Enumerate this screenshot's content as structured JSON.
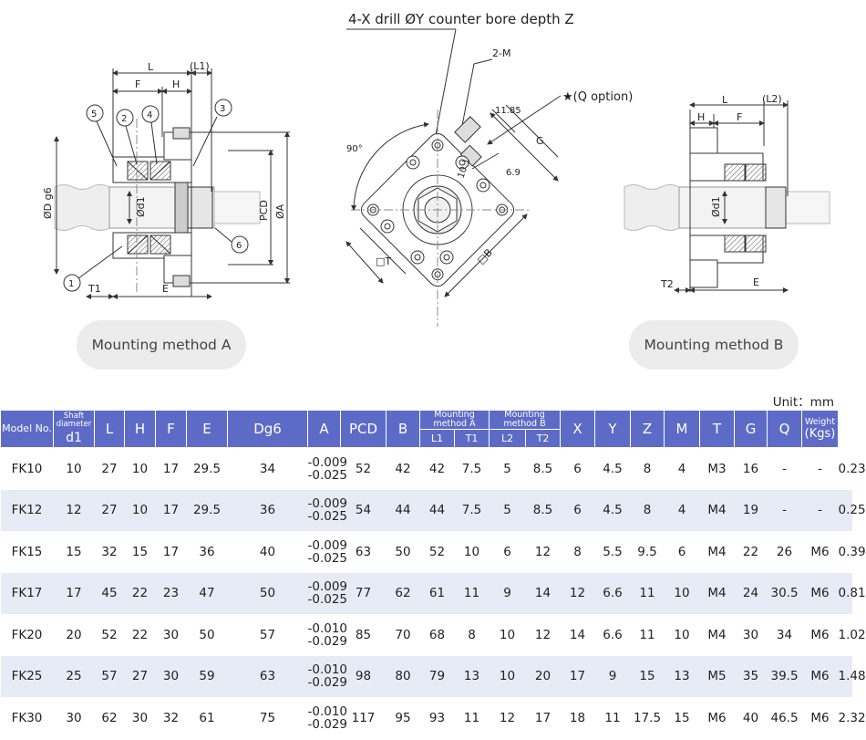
{
  "drawings": {
    "left": {
      "labels": {
        "L": "L",
        "L1": "(L1)",
        "F": "F",
        "H": "H",
        "Dg6": "ØD g6",
        "d1": "Ød1",
        "PCD": "PCD",
        "A": "ØA",
        "T1": "T1",
        "E": "E",
        "c1": "1",
        "c2": "2",
        "c3": "3",
        "c4": "4",
        "c5": "5",
        "c6": "6"
      }
    },
    "center": {
      "note": "4-X drill ØY counter bore depth Z",
      "m": "2-M",
      "q": "★(Q option)",
      "dim1185": "11.85",
      "g": "G",
      "dim101": "10.1",
      "dim69": "6.9",
      "angle": "90°",
      "t": "□T",
      "b": "□B"
    },
    "right": {
      "labels": {
        "L": "L",
        "L2": "(L2)",
        "H": "H",
        "F": "F",
        "d1": "Ød1",
        "T2": "T2",
        "E": "E"
      }
    },
    "caption_a": "Mounting method A",
    "caption_b": "Mounting method B"
  },
  "unit": "Unit：mm",
  "table": {
    "headers": {
      "model": "Model No.",
      "shaft_cap": "Shaft diameter",
      "d1": "d1",
      "L": "L",
      "H": "H",
      "F": "F",
      "E": "E",
      "Dg6": "Dg6",
      "A": "A",
      "PCD": "PCD",
      "B": "B",
      "mount_a": "Mounting method A",
      "L1": "L1",
      "T1": "T1",
      "mount_b": "Mounting method B",
      "L2": "L2",
      "T2": "T2",
      "X": "X",
      "Y": "Y",
      "Z": "Z",
      "M": "M",
      "T": "T",
      "G": "G",
      "Q": "Q",
      "weight_cap": "Weight",
      "weight_unit": "(Kgs)"
    },
    "rows": [
      {
        "model": "FK10",
        "d1": "10",
        "L": "27",
        "H": "10",
        "F": "17",
        "E": "29.5",
        "D": "34",
        "tol_hi": "-0.009",
        "tol_lo": "-0.025",
        "A": "52",
        "PCD": "42",
        "B": "42",
        "L1": "7.5",
        "T1": "5",
        "L2": "8.5",
        "T2": "6",
        "X": "4.5",
        "Y": "8",
        "Z": "4",
        "M": "M3",
        "T": "16",
        "G": "-",
        "Q": "-",
        "W": "0.23"
      },
      {
        "model": "FK12",
        "d1": "12",
        "L": "27",
        "H": "10",
        "F": "17",
        "E": "29.5",
        "D": "36",
        "tol_hi": "-0.009",
        "tol_lo": "-0.025",
        "A": "54",
        "PCD": "44",
        "B": "44",
        "L1": "7.5",
        "T1": "5",
        "L2": "8.5",
        "T2": "6",
        "X": "4.5",
        "Y": "8",
        "Z": "4",
        "M": "M4",
        "T": "19",
        "G": "-",
        "Q": "-",
        "W": "0.25"
      },
      {
        "model": "FK15",
        "d1": "15",
        "L": "32",
        "H": "15",
        "F": "17",
        "E": "36",
        "D": "40",
        "tol_hi": "-0.009",
        "tol_lo": "-0.025",
        "A": "63",
        "PCD": "50",
        "B": "52",
        "L1": "10",
        "T1": "6",
        "L2": "12",
        "T2": "8",
        "X": "5.5",
        "Y": "9.5",
        "Z": "6",
        "M": "M4",
        "T": "22",
        "G": "26",
        "Q": "M6",
        "W": "0.39"
      },
      {
        "model": "FK17",
        "d1": "17",
        "L": "45",
        "H": "22",
        "F": "23",
        "E": "47",
        "D": "50",
        "tol_hi": "-0.009",
        "tol_lo": "-0.025",
        "A": "77",
        "PCD": "62",
        "B": "61",
        "L1": "11",
        "T1": "9",
        "L2": "14",
        "T2": "12",
        "X": "6.6",
        "Y": "11",
        "Z": "10",
        "M": "M4",
        "T": "24",
        "G": "30.5",
        "Q": "M6",
        "W": "0.81"
      },
      {
        "model": "FK20",
        "d1": "20",
        "L": "52",
        "H": "22",
        "F": "30",
        "E": "50",
        "D": "57",
        "tol_hi": "-0.010",
        "tol_lo": "-0.029",
        "A": "85",
        "PCD": "70",
        "B": "68",
        "L1": "8",
        "T1": "10",
        "L2": "12",
        "T2": "14",
        "X": "6.6",
        "Y": "11",
        "Z": "10",
        "M": "M4",
        "T": "30",
        "G": "34",
        "Q": "M6",
        "W": "1.02"
      },
      {
        "model": "FK25",
        "d1": "25",
        "L": "57",
        "H": "27",
        "F": "30",
        "E": "59",
        "D": "63",
        "tol_hi": "-0.010",
        "tol_lo": "-0.029",
        "A": "98",
        "PCD": "80",
        "B": "79",
        "L1": "13",
        "T1": "10",
        "L2": "20",
        "T2": "17",
        "X": "9",
        "Y": "15",
        "Z": "13",
        "M": "M5",
        "T": "35",
        "G": "39.5",
        "Q": "M6",
        "W": "1.48"
      },
      {
        "model": "FK30",
        "d1": "30",
        "L": "62",
        "H": "30",
        "F": "32",
        "E": "61",
        "D": "75",
        "tol_hi": "-0.010",
        "tol_lo": "-0.029",
        "A": "117",
        "PCD": "95",
        "B": "93",
        "L1": "11",
        "T1": "12",
        "L2": "17",
        "T2": "18",
        "X": "11",
        "Y": "17.5",
        "Z": "15",
        "M": "M6",
        "T": "40",
        "G": "46.5",
        "Q": "M6",
        "W": "2.32"
      }
    ]
  }
}
